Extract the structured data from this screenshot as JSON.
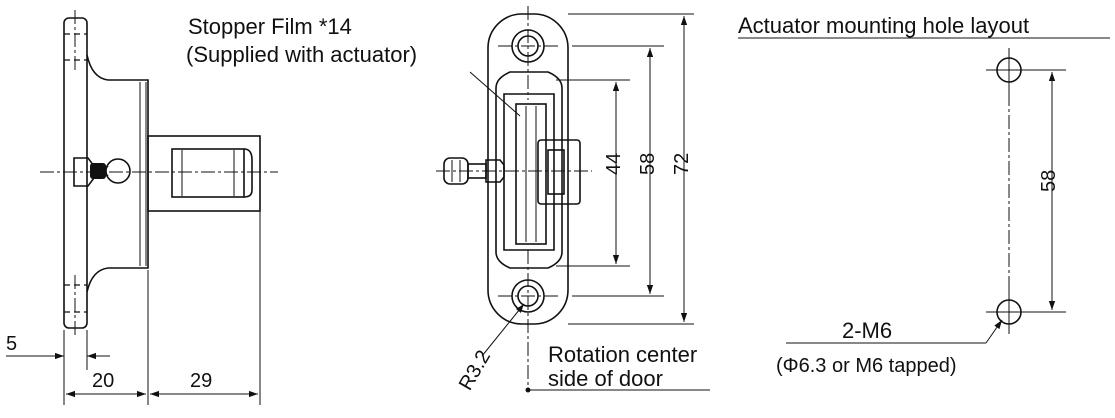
{
  "labels": {
    "stopper_line1": "Stopper Film *14",
    "stopper_line2": "(Supplied with actuator)",
    "hole_layout_title": "Actuator mounting hole layout",
    "rotation_line1": "Rotation center",
    "rotation_line2": "side of door",
    "m6": "2-M6",
    "m6_note": "(Φ6.3 or M6 tapped)",
    "radius": "R3.2"
  },
  "dimensions": {
    "d5": "5",
    "d20": "20",
    "d29": "29",
    "d44": "44",
    "d58": "58",
    "d72": "72",
    "d58_layout": "58"
  }
}
